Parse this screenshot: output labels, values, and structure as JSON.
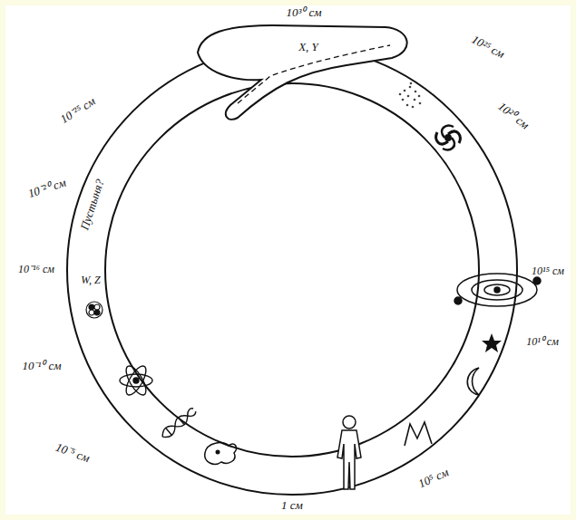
{
  "diagram": {
    "labels": [
      "10³⁰ см",
      "X, Y",
      "10⁻²⁵ см",
      "10²⁵ см",
      "10²⁰ см",
      "10⁻²⁰ см",
      "Пустыня?",
      "10⁻¹⁶ см",
      "W, Z",
      "10¹⁵ см",
      "10¹⁰ см",
      "10⁻¹⁰ см",
      "10⁻⁵ см",
      "10⁵ см",
      "1 см"
    ]
  }
}
